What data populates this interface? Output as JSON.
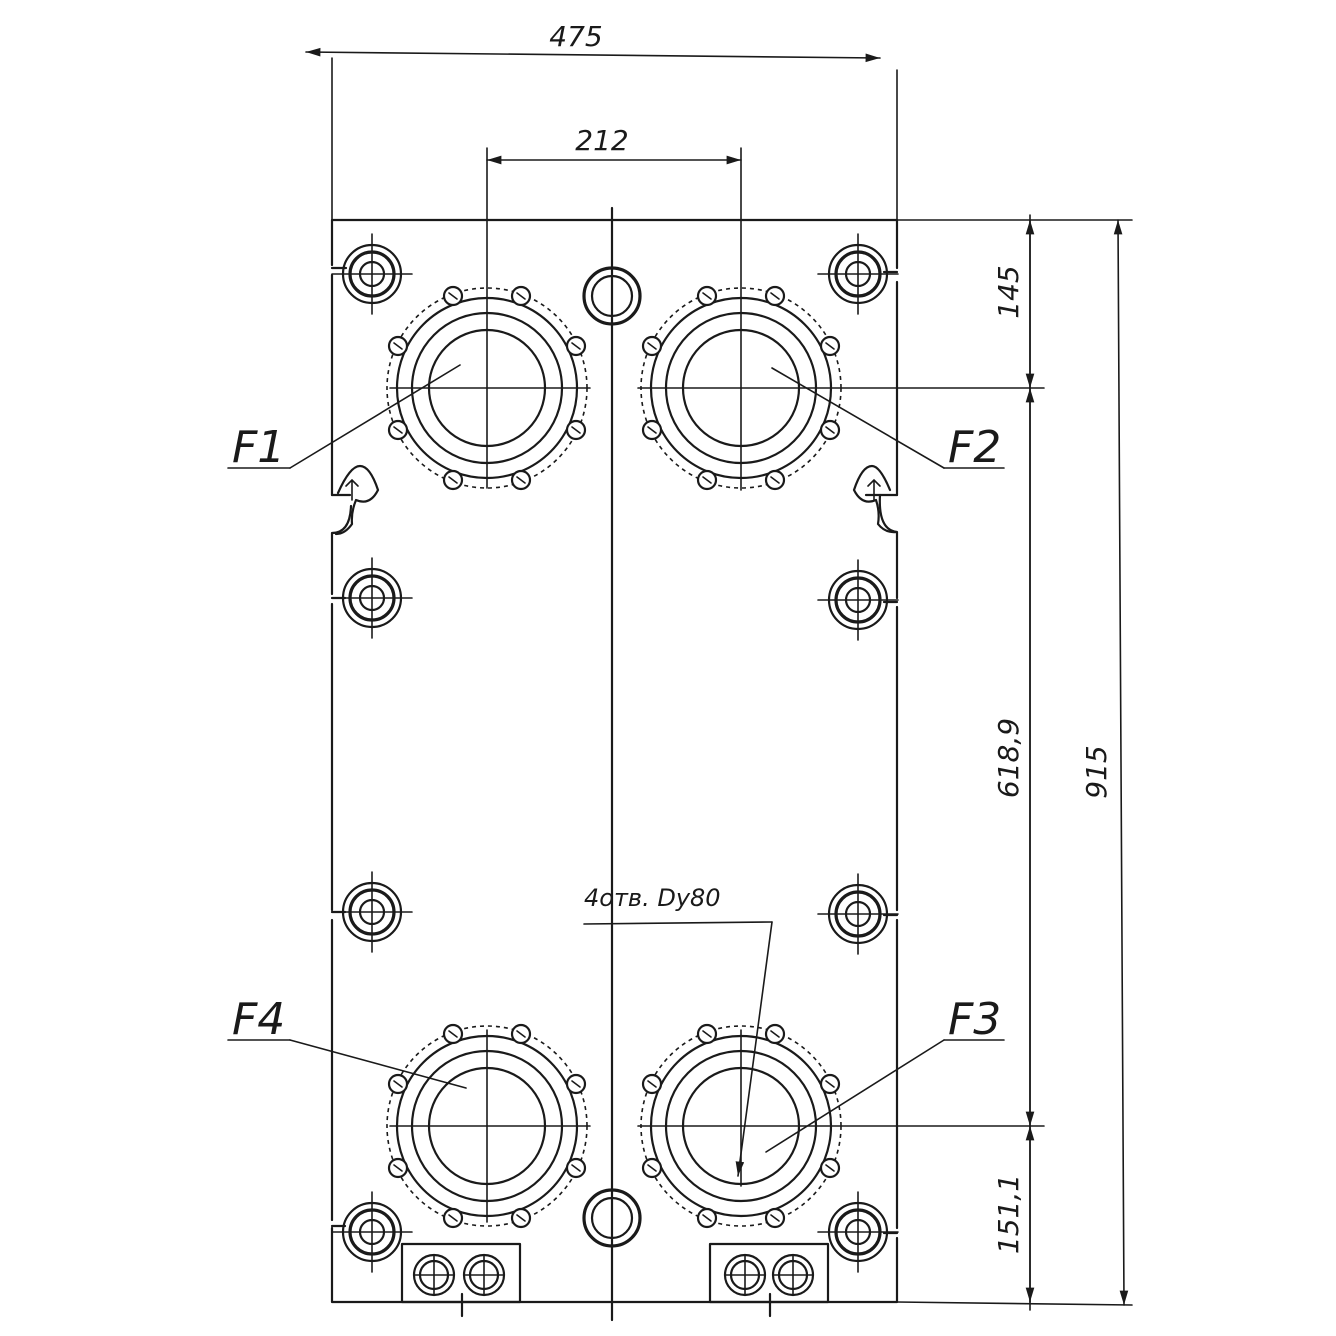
{
  "dimensions": {
    "overall_width": "475",
    "port_spacing": "212",
    "top_port_offset": "145",
    "port_centers_vertical": "618,9",
    "overall_height": "915",
    "bottom_port_offset": "151,1"
  },
  "port_labels": {
    "f1": "F1",
    "f2": "F2",
    "f3": "F3",
    "f4": "F4"
  },
  "note": "4отв. Dy80"
}
